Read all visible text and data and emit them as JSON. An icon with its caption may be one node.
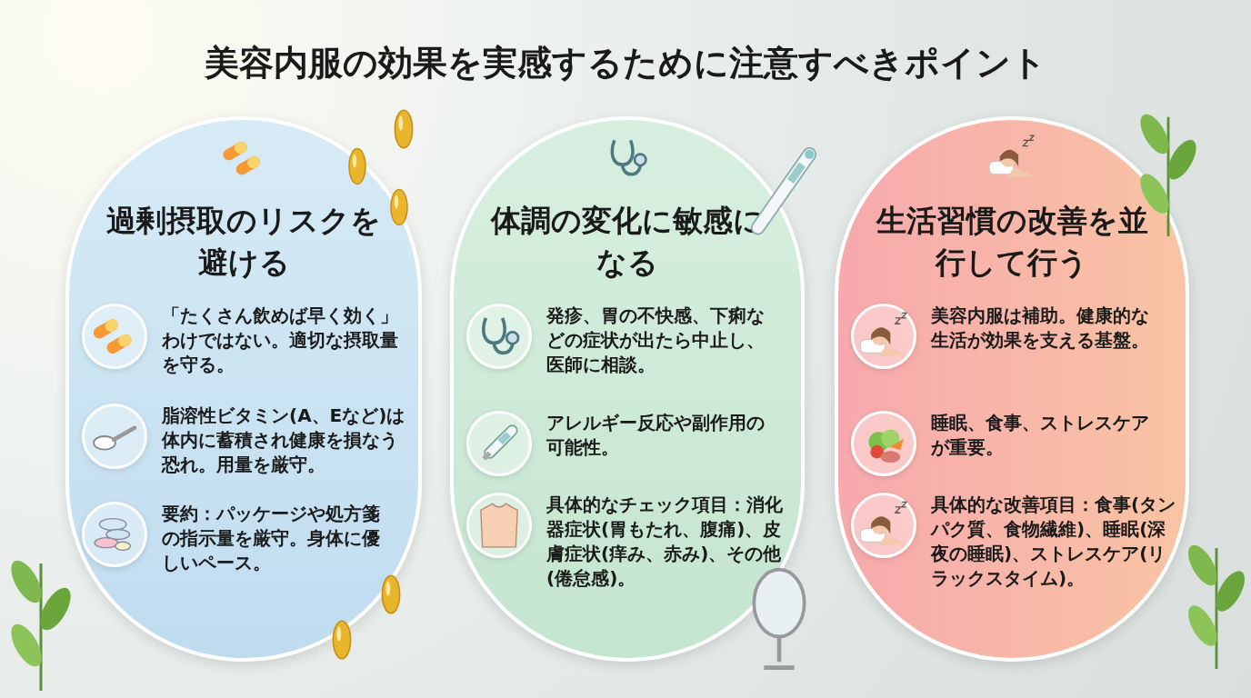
{
  "diagram": {
    "title": "美容内服の効果を実感するために注意すべきポイント",
    "nodes": [
      {
        "text": [
          "過剰摂取のリスクを避ける"
        ]
      },
      {
        "text": [
          "「たくさん飲めば早く効く」わけではない。適切な摂取量を守る。"
        ],
        "in": 0
      },
      {
        "text": [
          "脂溶性ビタミン(A、Eなど)は体内に蓄積され健康を損なう恐れ。用量を厳守。"
        ],
        "in": 0
      },
      {
        "text": [
          "要約：パッケージや処方箋の指示量を厳守。身体に優しいペース。"
        ],
        "in": 0
      },
      {
        "text": [
          "体調の変化に敏感になる"
        ]
      },
      {
        "text": [
          "発疹、胃の不快感、下痢などの症状が出たら中止し、医師に相談。"
        ],
        "in": 4
      },
      {
        "text": [
          "アレルギー反応や副作用の可能性。"
        ],
        "in": 4
      },
      {
        "text": [
          "具体的なチェック項目：消化器症状(胃もたれ、腹痛)、皮膚症状(痒み、赤み)、その他(倦怠感)。"
        ],
        "in": 4
      },
      {
        "text": [
          "生活習慣の改善を並行して行う"
        ]
      },
      {
        "text": [
          "美容内服は補助。健康的な生活が効果を支える基盤。"
        ],
        "in": 8
      },
      {
        "text": [
          "睡眠、食事、ストレスケアが重要。"
        ],
        "in": 8
      },
      {
        "text": [
          "具体的な改善項目：食事(タンパク質、食物繊維)、睡眠(深夜の睡眠)、ストレスケア(リラックスタイム)。"
        ],
        "in": 8
      }
    ]
  }
}
